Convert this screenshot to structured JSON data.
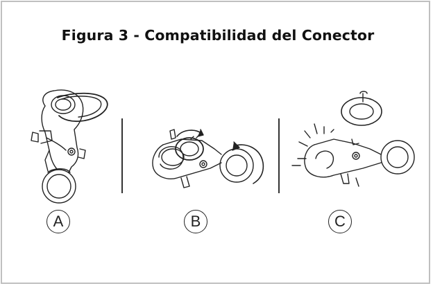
{
  "figure": {
    "title": "Figura 3 - Compatibilidad del Conector",
    "panels": [
      {
        "label": "A"
      },
      {
        "label": "B"
      },
      {
        "label": "C"
      }
    ],
    "colors": {
      "border": "#bfbfbf",
      "ink": "#222222",
      "title": "#111111"
    }
  }
}
